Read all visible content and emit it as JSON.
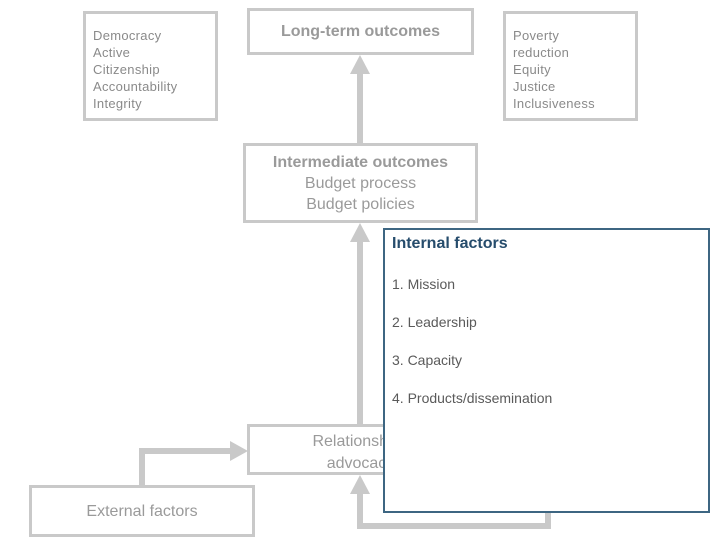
{
  "long_term": {
    "title": "Long-term outcomes",
    "left_items": [
      "Democracy",
      "Active",
      "Citizenship",
      "Accountability",
      "Integrity"
    ],
    "right_items": [
      "Poverty",
      "reduction",
      "Equity",
      "Justice",
      "Inclusiveness"
    ]
  },
  "intermediate": {
    "title": "Intermediate outcomes",
    "lines": [
      "Budget process",
      "Budget policies"
    ]
  },
  "relationships": {
    "lines": [
      "Relationships",
      "advocacy"
    ]
  },
  "external": {
    "label": "External factors"
  },
  "internal": {
    "title": "Internal factors",
    "items": [
      "1.  Mission",
      "2.  Leadership",
      "3.  Capacity",
      "4.  Products/dissemination"
    ]
  },
  "colors": {
    "arrow": "#c9c9c9",
    "box_border": "#c9c9c9",
    "internal_border": "#3d6682",
    "internal_title": "#264c6c"
  }
}
